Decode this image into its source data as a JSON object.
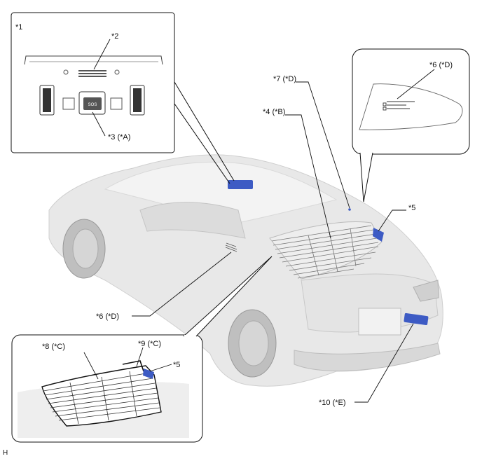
{
  "labels": {
    "inset_top": "*1",
    "l1": "*2",
    "l2": "*3 (*A)",
    "l3": "*6 (*D)",
    "l4": "*7 (*D)",
    "l5": "*4 (*B)",
    "l6": "*5",
    "l7": "*6 (*D)",
    "l8": "*8 (*C)",
    "l9": "*9 (*C)",
    "l10": "*5",
    "l11": "*10 (*E)"
  },
  "sos_text": "SOS",
  "footer": "H",
  "colors": {
    "accent": "#3d5bc4",
    "line": "#111111",
    "car_body": "#e6e6e6",
    "car_shade": "#cfcfcf"
  }
}
